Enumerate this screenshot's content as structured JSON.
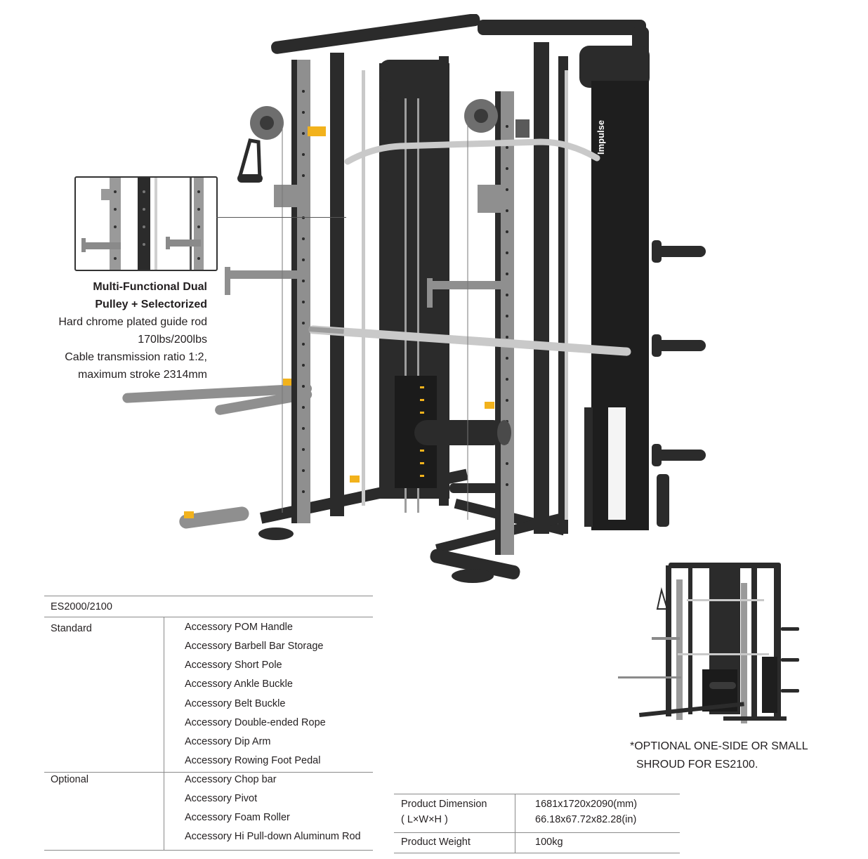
{
  "brand": "Impulse",
  "features": {
    "heading_line1": "Multi-Functional Dual",
    "heading_line2": "Pulley + Selectorized",
    "line3": "Hard chrome plated guide rod",
    "line4": "170lbs/200lbs",
    "line5": "Cable transmission ratio 1:2,",
    "line6": "maximum stroke 2314mm"
  },
  "spec_table": {
    "model": "ES2000/2100",
    "standard_label": "Standard",
    "standard_items": [
      "Accessory POM Handle",
      "Accessory Barbell Bar Storage",
      "Accessory Short Pole",
      "Accessory Ankle Buckle",
      "Accessory Belt Buckle",
      "Accessory Double-ended Rope",
      "Accessory Dip Arm",
      "Accessory Rowing Foot Pedal"
    ],
    "optional_label": "Optional",
    "optional_items": [
      "Accessory Chop bar",
      "Accessory Pivot",
      "Accessory Foam Roller",
      "Accessory Hi Pull-down Aluminum Rod"
    ]
  },
  "dimensions": {
    "dim_label_line1": "Product Dimension",
    "dim_label_line2": "( L×W×H )",
    "dim_value_mm": "1681x1720x2090(mm)",
    "dim_value_in": "66.18x67.72x82.28(in)",
    "weight_label": "Product Weight",
    "weight_value": "100kg"
  },
  "note": {
    "line1": "*OPTIONAL ONE-SIDE OR SMALL",
    "line2": "SHROUD FOR ES2100."
  },
  "colors": {
    "frame": "#2b2b2b",
    "upright": "#8f8f8f",
    "accent": "#f2b21c",
    "chrome": "#c9c9c9"
  }
}
